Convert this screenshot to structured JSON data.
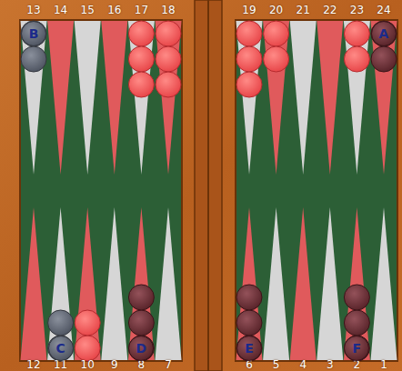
{
  "diagram": {
    "nodes": [
      {
        "text": [
          "B"
        ]
      },
      {
        "text": [
          "A"
        ]
      },
      {
        "text": [
          "C"
        ]
      },
      {
        "text": [
          "D"
        ]
      },
      {
        "text": [
          "E"
        ]
      },
      {
        "text": [
          "F"
        ]
      }
    ],
    "labels": [
      "13",
      "14",
      "15",
      "16",
      "17",
      "18",
      "19",
      "20",
      "21",
      "22",
      "23",
      "24",
      "12",
      "11",
      "10",
      "9",
      "8",
      "7",
      "6",
      "5",
      "4",
      "3",
      "2",
      "1"
    ]
  }
}
